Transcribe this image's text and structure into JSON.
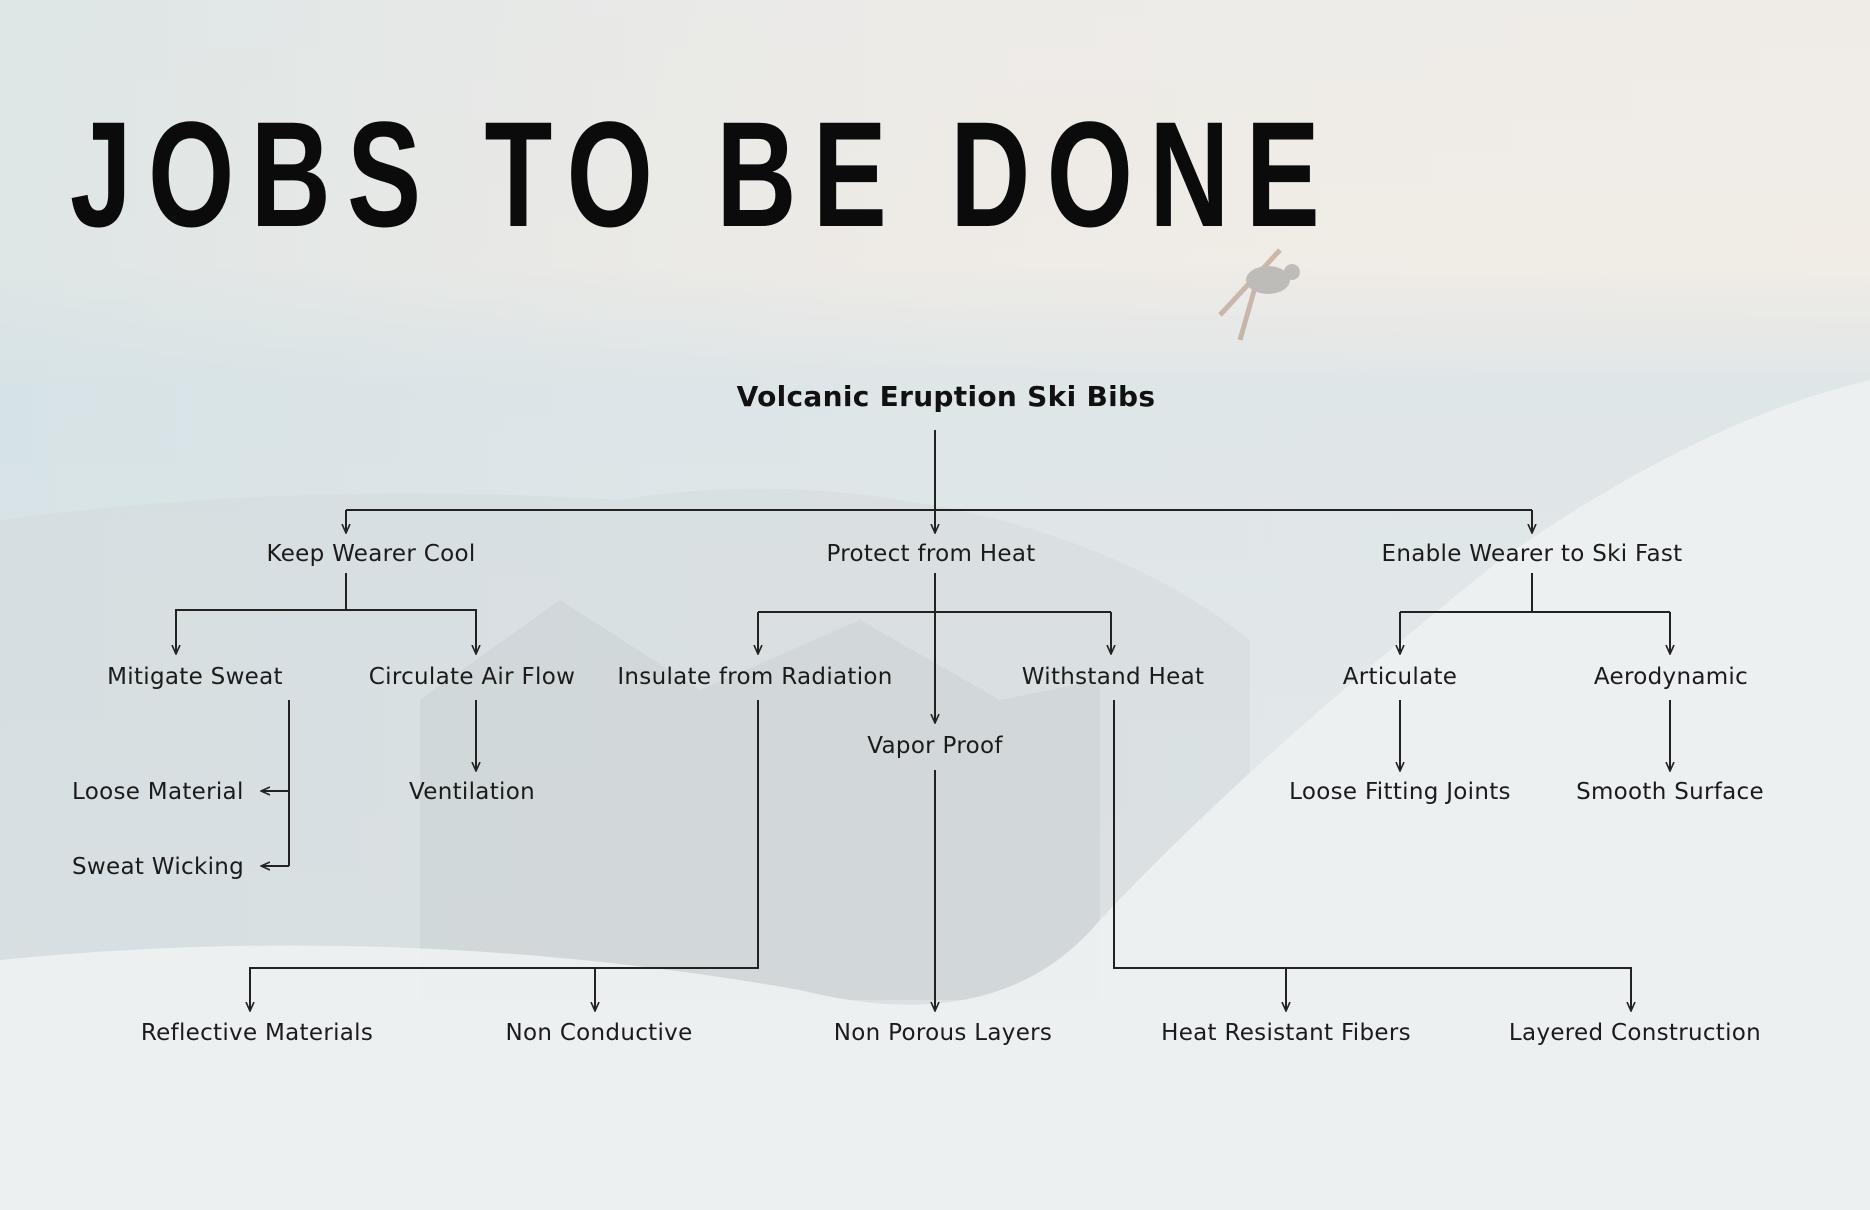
{
  "title": "JOBS TO BE DONE",
  "colors": {
    "background": "#e9ecec",
    "text": "#111111",
    "line": "#222222"
  },
  "root": "Volcanic Eruption Ski Bibs",
  "jobs": {
    "keep_cool": "Keep Wearer Cool",
    "protect_heat": "Protect from Heat",
    "ski_fast": "Enable Wearer to Ski Fast"
  },
  "subjobs": {
    "mitigate_sweat": "Mitigate Sweat",
    "circulate_air": "Circulate Air Flow",
    "insulate_radiation": "Insulate from Radiation",
    "vapor_proof": "Vapor Proof",
    "withstand_heat": "Withstand Heat",
    "articulate": "Articulate",
    "aerodynamic": "Aerodynamic"
  },
  "features": {
    "loose_material": "Loose Material",
    "sweat_wicking": "Sweat Wicking",
    "ventilation": "Ventilation",
    "reflective": "Reflective Materials",
    "non_conductive": "Non Conductive",
    "non_porous": "Non Porous Layers",
    "heat_resistant": "Heat Resistant Fibers",
    "layered": "Layered Construction",
    "loose_joints": "Loose Fitting Joints",
    "smooth_surface": "Smooth Surface"
  }
}
